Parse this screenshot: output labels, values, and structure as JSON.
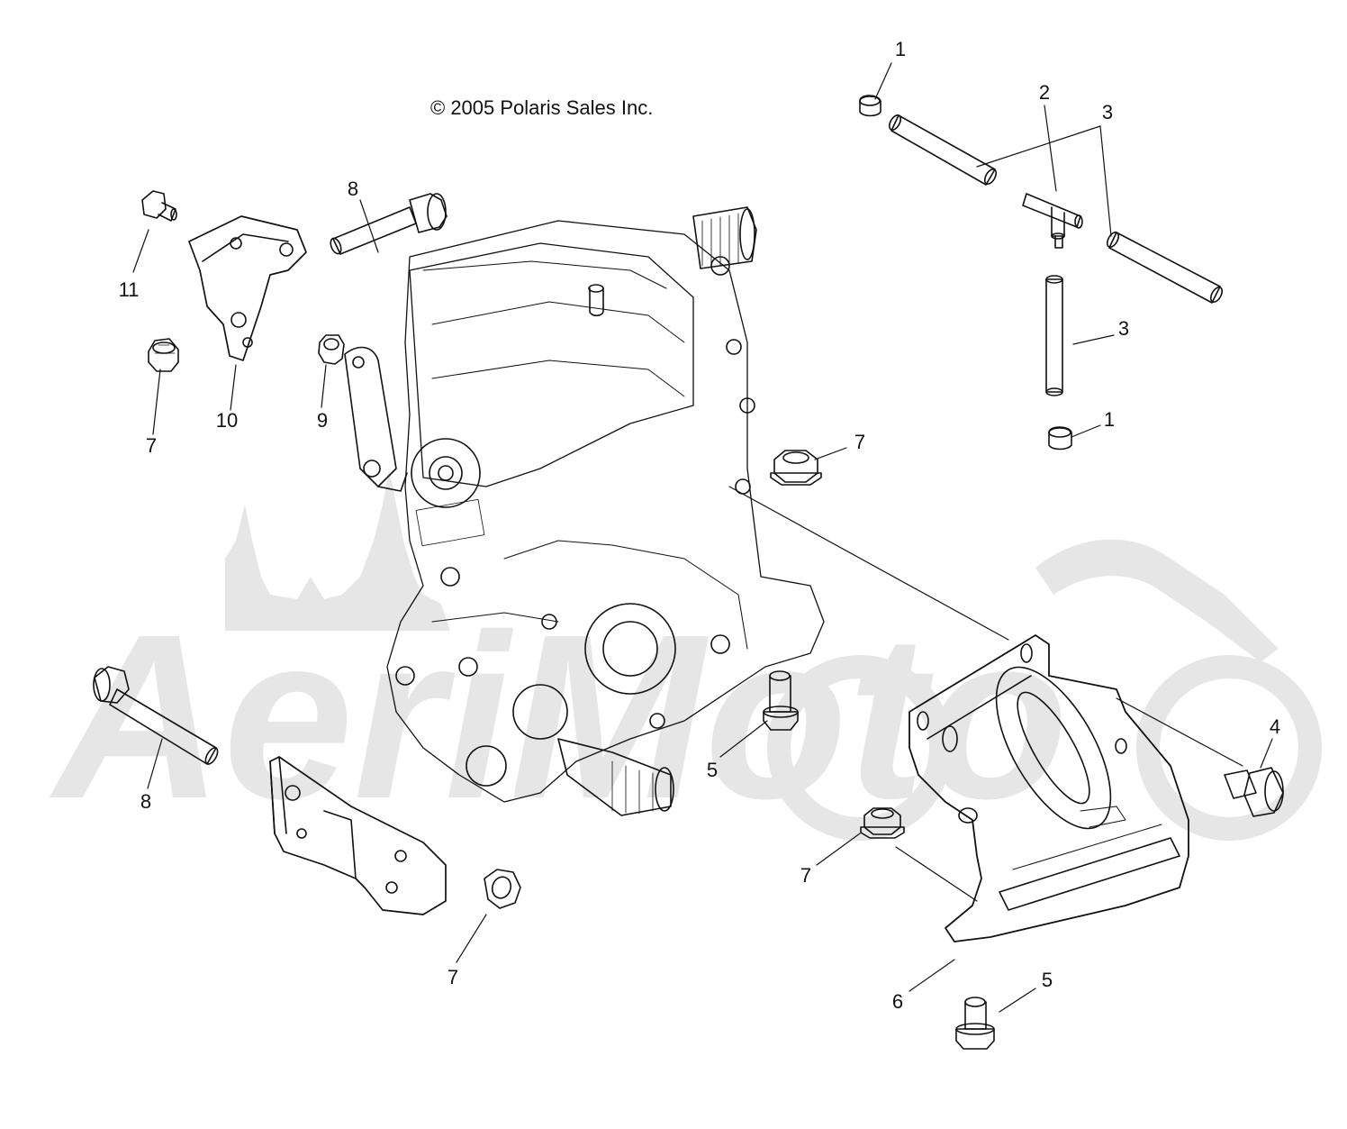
{
  "copyright": "© 2005 Polaris Sales Inc.",
  "watermark_text": "AeriMoto",
  "colors": {
    "line": "#111111",
    "watermark": "#e6e6e6",
    "background": "#ffffff"
  },
  "callouts": {
    "c1a": "1",
    "c1b": "1",
    "c2": "2",
    "c3a": "3",
    "c3b": "3",
    "c4": "4",
    "c5a": "5",
    "c5b": "5",
    "c6": "6",
    "c7a": "7",
    "c7b": "7",
    "c7c": "7",
    "c7d": "7",
    "c8a": "8",
    "c8b": "8",
    "c9": "9",
    "c10": "10",
    "c11": "11"
  }
}
